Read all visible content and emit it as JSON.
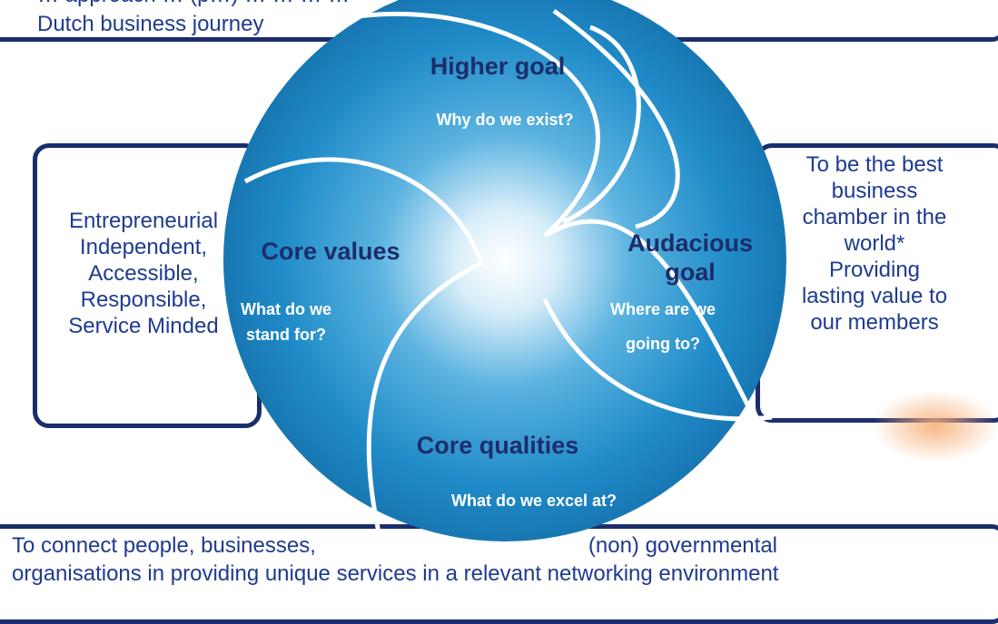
{
  "top_box": {
    "clipped_line": "… approach … (p…) … … … …",
    "text": "Dutch business journey"
  },
  "left_box": {
    "text": "Entrepreneurial\nIndependent,\nAccessible,\nResponsible,\nService Minded"
  },
  "right_box": {
    "text": "To be the best\nbusiness\nchamber in the\nworld*\nProviding\nlasting value to\nour members"
  },
  "bottom_box": {
    "line1_a": "To connect people, businesses,",
    "line1_b": "(non) governmental",
    "line2": "organisations in providing unique services in a relevant networking environment"
  },
  "swirl": {
    "higher_goal": {
      "title": "Higher goal",
      "question": "Why do we exist?"
    },
    "core_values": {
      "title": "Core values",
      "question_1": "What do we",
      "question_2": "stand for?"
    },
    "audacious_goal": {
      "title_1": "Audacious",
      "title_2": "goal",
      "question_1": "Where are we",
      "question_2": "going to?"
    },
    "core_qualities": {
      "title": "Core qualities",
      "question": "What do we excel at?"
    }
  },
  "colors": {
    "border": "#1b2d6b",
    "text_blue": "#1f3b8f",
    "swirl_dark": "#1a86c4",
    "swirl_light": "#ffffff",
    "accent_orange": "#f5a36a"
  }
}
